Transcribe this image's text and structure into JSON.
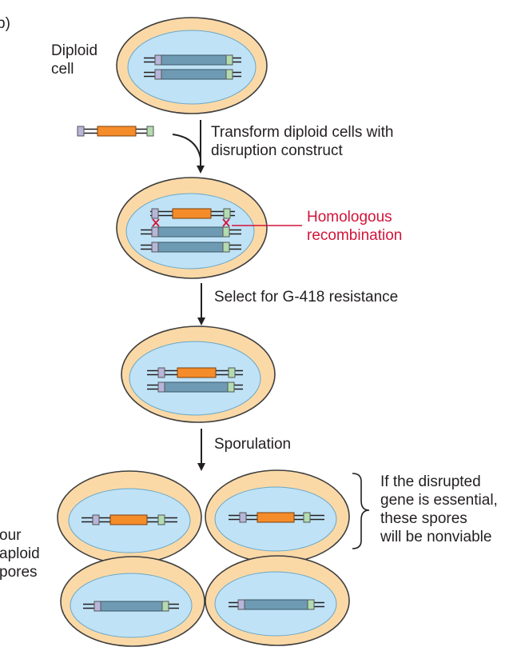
{
  "panel_label": "b)",
  "diploid_label": [
    "Diploid",
    "cell"
  ],
  "step1": [
    "Transform diploid cells with",
    "disruption construct"
  ],
  "recombination_label": [
    "Homologous",
    "recombination"
  ],
  "step2": "Select for G-418 resistance",
  "step3": "Sporulation",
  "spores_label": [
    "our",
    "aploid",
    "pores"
  ],
  "note": [
    "If the disrupted",
    "gene is essential,",
    "these spores",
    "will be nonviable"
  ],
  "colors": {
    "cell_outer": "#fbd9a7",
    "cell_border": "#3f3f3f",
    "nucleus": "#bfe2f6",
    "chromosome": "#6e9bb3",
    "marker_left": "#b7b5d9",
    "marker_right": "#b3dbb0",
    "disruption": "#f58c2a",
    "recombination": "#d2143a"
  }
}
